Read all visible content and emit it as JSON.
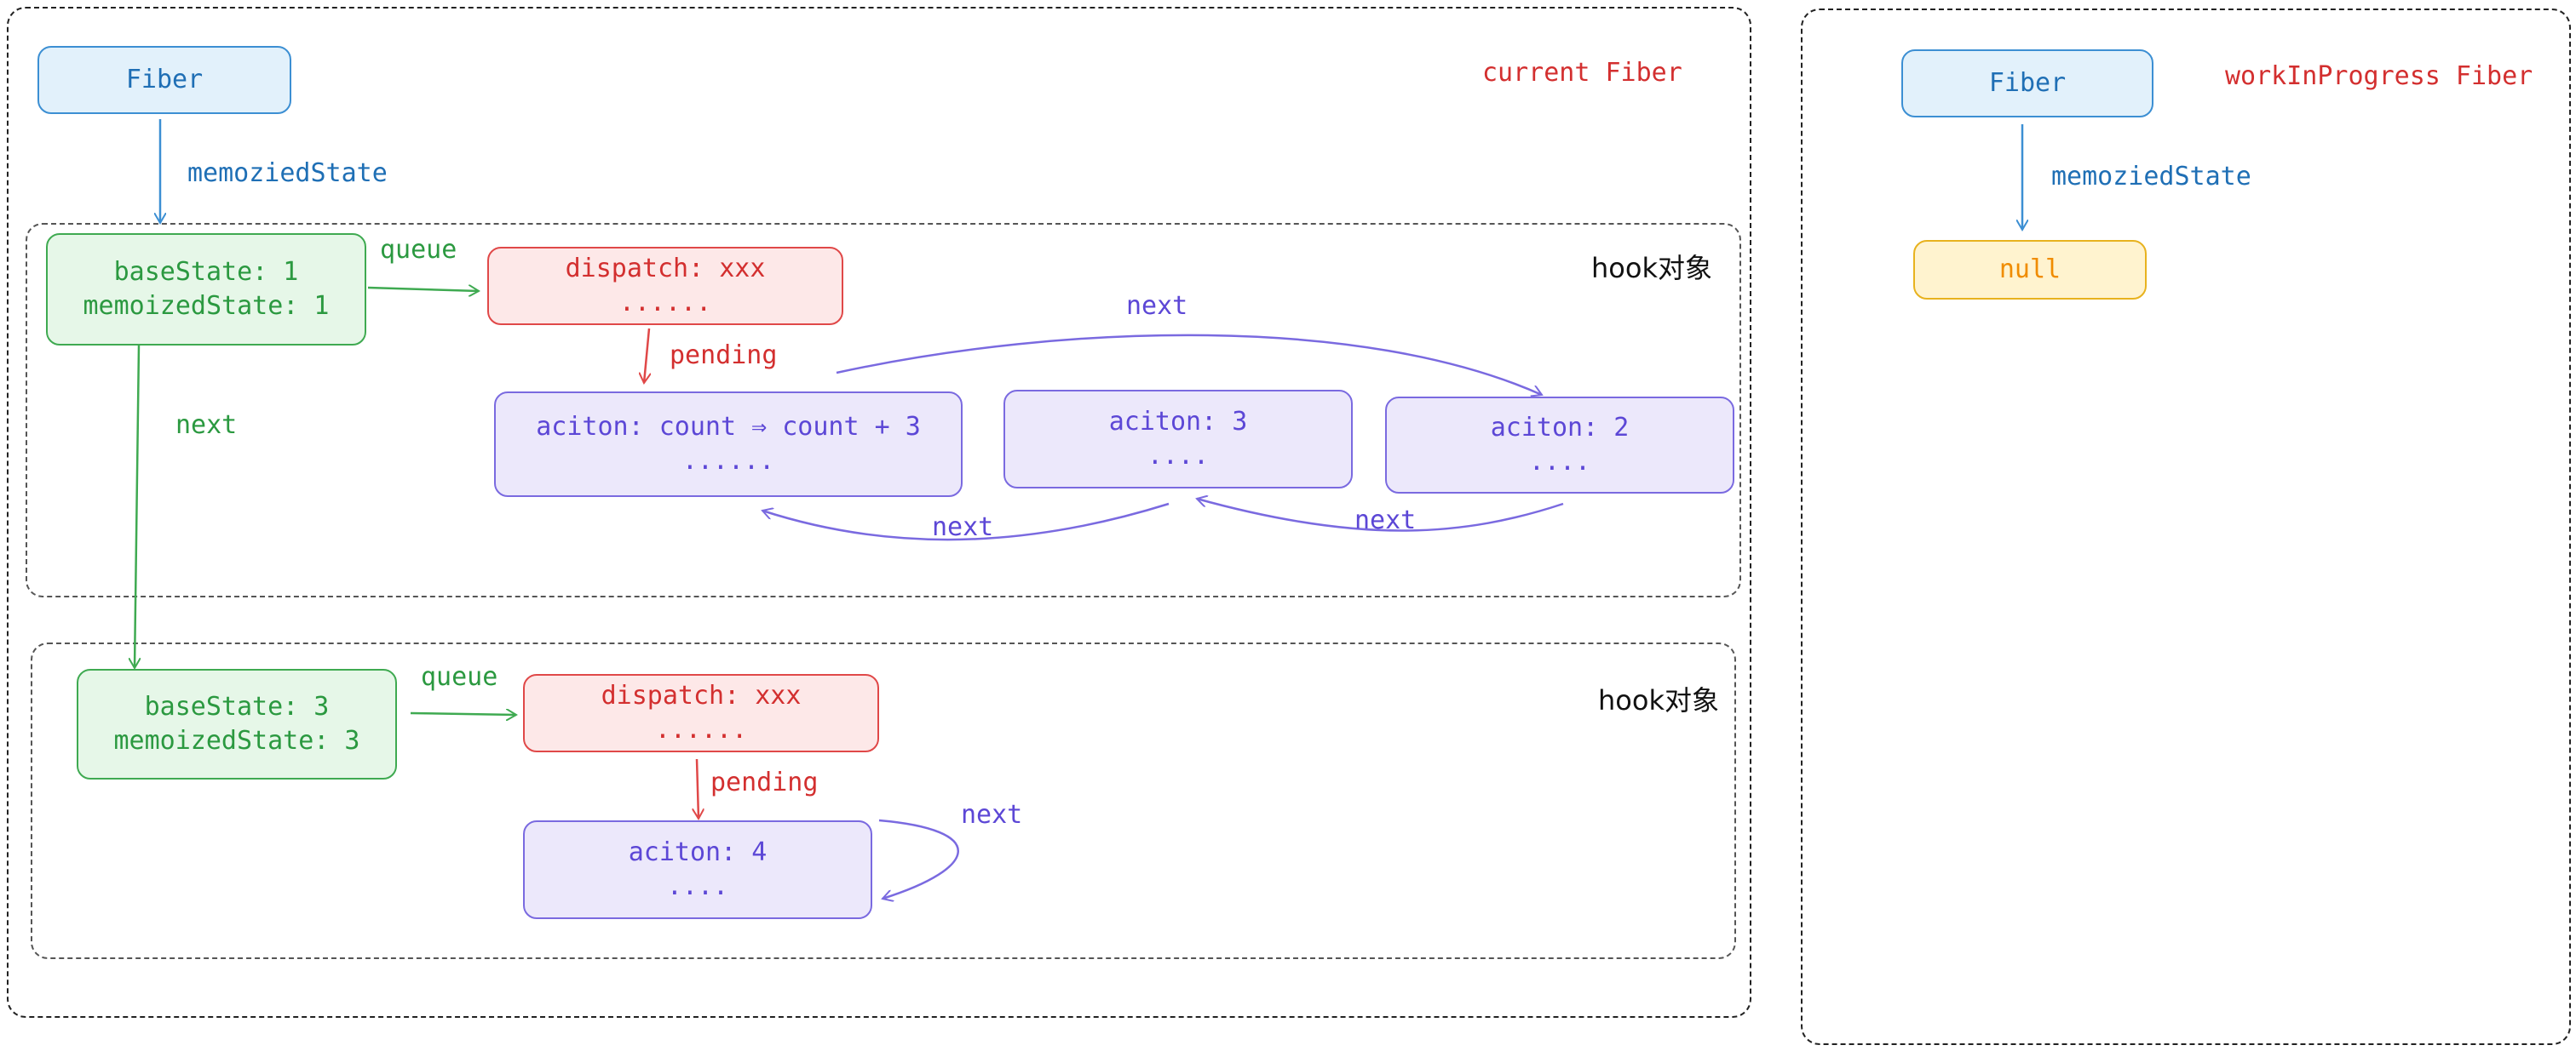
{
  "current": {
    "title": "current Fiber",
    "fiber": "Fiber",
    "memoized_state_label": "memoziedState",
    "hook1": {
      "title": "hook对象",
      "state_line1": "baseState: 1",
      "state_line2": "memoizedState: 1",
      "queue_label": "queue",
      "dispatch_line1": "dispatch: xxx",
      "dispatch_line2": "......",
      "pending_label": "pending",
      "action_a_line1": "aciton: count ⇒ count + 3",
      "action_a_line2": "......",
      "action_b_line1": "aciton: 3",
      "action_b_line2": "....",
      "action_c_line1": "aciton: 2",
      "action_c_line2": "....",
      "next_top": "next",
      "next_bottom_left": "next",
      "next_bottom_right": "next"
    },
    "hook_next_label": "next",
    "hook2": {
      "title": "hook对象",
      "state_line1": "baseState: 3",
      "state_line2": "memoizedState: 3",
      "queue_label": "queue",
      "dispatch_line1": "dispatch: xxx",
      "dispatch_line2": "......",
      "pending_label": "pending",
      "action_line1": "aciton: 4",
      "action_line2": "....",
      "next_label": "next"
    }
  },
  "wip": {
    "title": "workInProgress Fiber",
    "fiber": "Fiber",
    "memoized_state_label": "memoziedState",
    "state_value": "null"
  },
  "colors": {
    "blue": "#1f6fb5",
    "green": "#2b9940",
    "red": "#d32f2f",
    "purple": "#5c47d6",
    "orange": "#f08c00"
  }
}
